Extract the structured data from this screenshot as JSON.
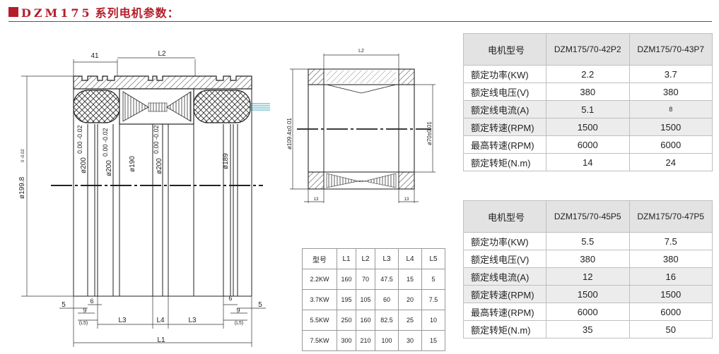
{
  "header": {
    "model": "DZM175",
    "suffix": "系列电机参数："
  },
  "drawing_left": {
    "dims": {
      "d41": "41",
      "L2": "L2",
      "L1": "L1",
      "L3a": "L3",
      "L4": "L4",
      "L3b": "L3",
      "d5a": "5",
      "d6a": "6",
      "d9a": "9",
      "L5a": "(L5)",
      "d5b": "5",
      "d6b": "6",
      "d9b": "9",
      "L5b": "(L5)"
    },
    "diameters": {
      "d1998": "ø199.8",
      "d1998_tol": "0 -0.02",
      "d200a": "ø200",
      "d200a_tol": "0.00 -0.02",
      "d200b": "ø200",
      "d200b_tol": "0.00 -0.02",
      "d190": "ø190",
      "d200c": "ø200",
      "d200c_tol": "0.00 -0.02",
      "d189": "ø189"
    }
  },
  "drawing_mid": {
    "L2": "L2",
    "d1094": "ø109.4±0.01",
    "d70": "ø70±0.01",
    "w13a": "13",
    "w13b": "13"
  },
  "dims_table": {
    "headers": [
      "型号",
      "L1",
      "L2",
      "L3",
      "L4",
      "L5"
    ],
    "rows": [
      [
        "2.2KW",
        "160",
        "70",
        "47.5",
        "15",
        "5"
      ],
      [
        "3.7KW",
        "195",
        "105",
        "60",
        "20",
        "7.5"
      ],
      [
        "5.5KW",
        "250",
        "160",
        "82.5",
        "25",
        "10"
      ],
      [
        "7.5KW",
        "300",
        "210",
        "100",
        "30",
        "15"
      ]
    ]
  },
  "spec_table_1": {
    "header": [
      "电机型号",
      "DZM175/70-42P2",
      "DZM175/70-43P7"
    ],
    "rows": [
      [
        "额定功率(KW)",
        "2.2",
        "3.7"
      ],
      [
        "额定线电压(V)",
        "380",
        "380"
      ],
      [
        "额定线电流(A)",
        "5.1",
        "8"
      ],
      [
        "额定转速(RPM)",
        "1500",
        "1500"
      ],
      [
        "最高转速(RPM)",
        "6000",
        "6000"
      ],
      [
        "额定转矩(N.m)",
        "14",
        "24"
      ]
    ]
  },
  "spec_table_2": {
    "header": [
      "电机型号",
      "DZM175/70-45P5",
      "DZM175/70-47P5"
    ],
    "rows": [
      [
        "额定功率(KW)",
        "5.5",
        "7.5"
      ],
      [
        "额定线电压(V)",
        "380",
        "380"
      ],
      [
        "额定线电流(A)",
        "12",
        "16"
      ],
      [
        "额定转速(RPM)",
        "1500",
        "1500"
      ],
      [
        "最高转速(RPM)",
        "6000",
        "6000"
      ],
      [
        "额定转矩(N.m)",
        "35",
        "50"
      ]
    ]
  },
  "colors": {
    "brand": "#b41d2a",
    "table_head": "#e3e3e4",
    "row_shade": "#ececec"
  }
}
